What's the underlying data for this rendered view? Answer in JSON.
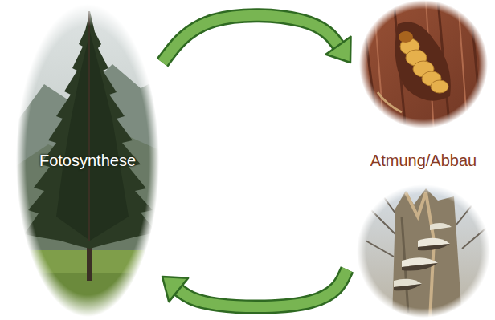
{
  "diagram": {
    "nodes": [
      {
        "text": [
          "Fotosynthese"
        ]
      },
      {
        "text": [
          "Atmung/Abbau"
        ]
      }
    ],
    "edges": [
      {
        "from": 0,
        "to": 1,
        "arrow": "to"
      },
      {
        "from": 1,
        "to": 0,
        "arrow": "to"
      }
    ]
  }
}
